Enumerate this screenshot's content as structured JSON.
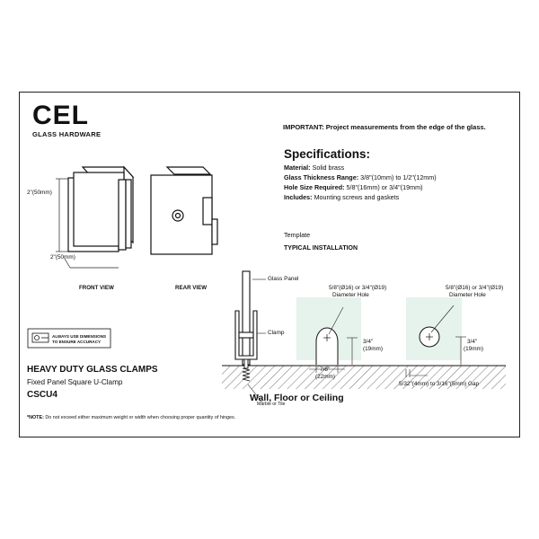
{
  "brand": {
    "name": "CEL",
    "subtitle": "GLASS HARDWARE"
  },
  "important": "IMPORTANT: Project measurements from the edge of the glass.",
  "specs": {
    "heading": "Specifications:",
    "material_label": "Material:",
    "material_value": "Solid brass",
    "thickness_label": "Glass Thickness Range:",
    "thickness_value": "3/8\"(10mm) to 1/2\"(12mm)",
    "hole_label": "Hole Size Required:",
    "hole_value": "5/8\"(16mm) or 3/4\"(19mm)",
    "includes_label": "Includes:",
    "includes_value": "Mounting screws and gaskets"
  },
  "template_label": "Template",
  "typical_label": "TYPICAL INSTALLATION",
  "views": {
    "front": "FRONT VIEW",
    "rear": "REAR VIEW",
    "height": "2\"(50mm)",
    "width": "2\"(50mm)"
  },
  "always_use": "ALWAYS USE DIMENSIONS TO ENSURE ACCURACY",
  "product": {
    "title": "HEAVY DUTY GLASS CLAMPS",
    "subtitle": "Fixed Panel Square U-Clamp",
    "code": "CSCU4"
  },
  "note_label": "*NOTE:",
  "note_text": "Do not exceed either maximum weight or width when choosing proper quantity of hinges.",
  "install": {
    "glass_panel": "Glass Panel",
    "clamp": "Clamp",
    "marble": "Marble or Tile",
    "hole1_a": "5/8\"(Ø16) or 3/4\"(Ø19)",
    "hole1_b": "Diameter Hole",
    "hole2_a": "5/8\"(Ø16) or 3/4\"(Ø19)",
    "hole2_b": "Diameter Hole",
    "h1_a": "3/4\"",
    "h1_b": "(19mm)",
    "h2_a": "3/4\"",
    "h2_b": "(19mm)",
    "w_a": "7/8\"",
    "w_b": "(22mm)",
    "gap": "5/32\"(4mm) to 3/16\"(5mm) Gap",
    "wall": "Wall, Floor or Ceiling"
  },
  "colors": {
    "template_fill": "#e6f3ec",
    "ink": "#111111"
  }
}
